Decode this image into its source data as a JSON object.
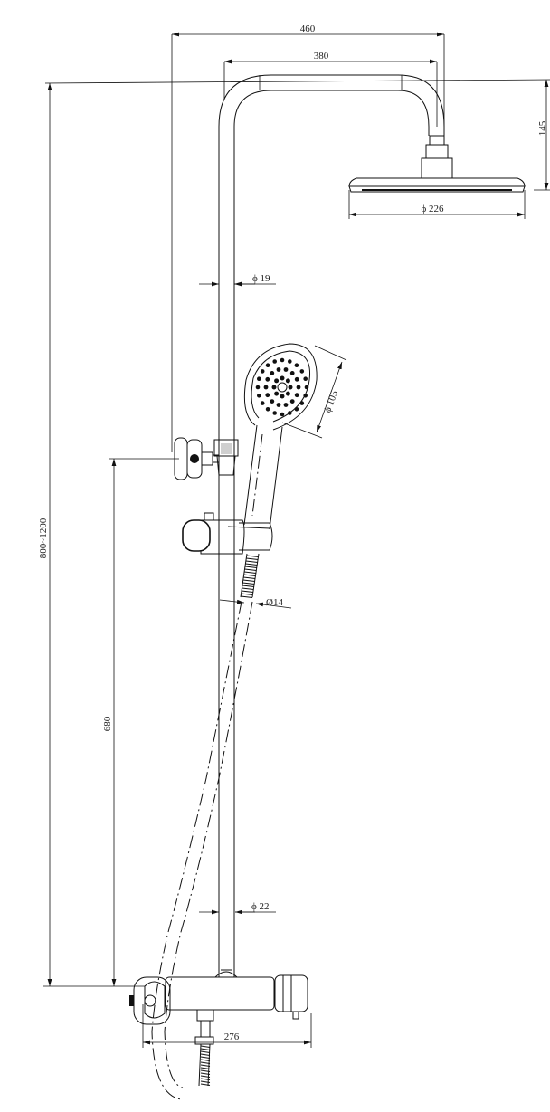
{
  "colors": {
    "line": "#111111",
    "background": "#ffffff"
  },
  "dimensions": {
    "width_460": "460",
    "width_380": "380",
    "height_145": "145",
    "head_dia": "ϕ 226",
    "pipe_dia_upper": "ϕ 19",
    "hand_dia": "ϕ 105",
    "hose_dia": "Ø14",
    "height_range": "800~1200",
    "height_680": "680",
    "pipe_dia_lower": "ϕ 22",
    "width_276": "276"
  }
}
